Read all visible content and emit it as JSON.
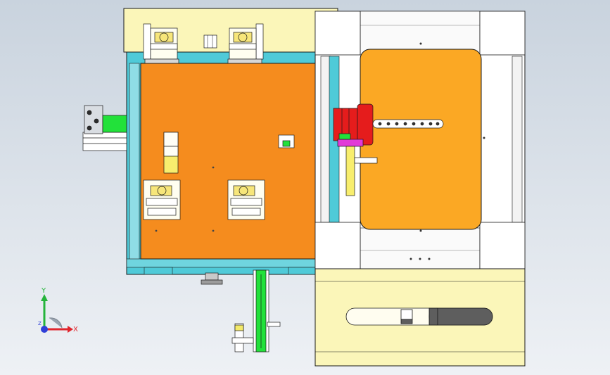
{
  "viewport": {
    "background_top": "#c9d3de",
    "background_bottom": "#eef1f5",
    "colors": {
      "table_orange": "#f58c1e",
      "pad_orange": "#fba824",
      "frame_cyan": "#4fcad8",
      "base_yellow": "#fbf6b9",
      "motor_red": "#e51c1c",
      "motor_green": "#22e13a",
      "panel_white": "#ffffff",
      "slot_gray": "#5e5e5e",
      "magenta": "#e23bd8",
      "outline": "#1a1a1a"
    },
    "icons": {
      "triad": "axis-triad-icon",
      "clamp": "profile-clamp-icon",
      "motor": "spindle-motor-icon",
      "handwheel": "handwheel-icon"
    }
  },
  "triad": {
    "x_label": "X",
    "y_label": "Y",
    "z_label": "Z",
    "x_color": "#e0262d",
    "y_color": "#25b43b",
    "z_color": "#2f3fd8"
  }
}
